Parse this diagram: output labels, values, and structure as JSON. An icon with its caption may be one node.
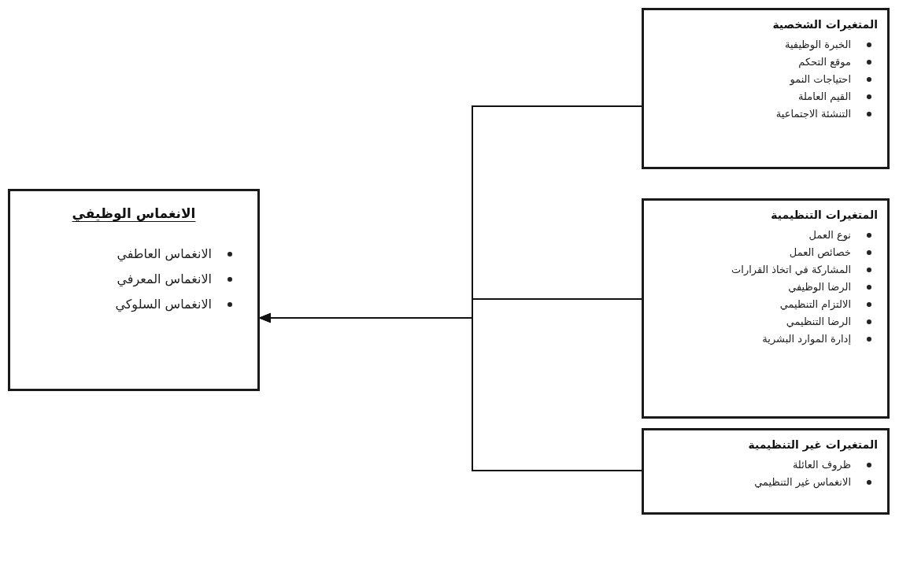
{
  "diagram": {
    "nodes": [
      {
        "text": [
          "الانغماس الوظيفي",
          "الانغماس العاطفي",
          "الانغماس المعرفي",
          "الانغماس السلوكي"
        ]
      },
      {
        "text": [
          "المتغيرات الشخصية",
          "الخبرة الوظيفية",
          "موقع التحكم",
          "احتياجات النمو",
          "القيم العاملة",
          "التنشئة الاجتماعية"
        ]
      },
      {
        "text": [
          "المتغيرات التنظيمية",
          "نوع العمل",
          "خصائص العمل",
          "المشاركة في اتخاذ القرارات",
          "الرضا الوظيفي",
          "الالتزام التنظيمي",
          "الرضا التنظيمي",
          "إدارة الموارد البشرية"
        ]
      },
      {
        "text": [
          "المتغيرات غير التنظيمية",
          "ظروف العائلة",
          "الانغماس غير التنظيمي"
        ]
      }
    ],
    "edges": [
      {
        "from": 1,
        "to": 0,
        "arrow": "to"
      },
      {
        "from": 2,
        "to": 0,
        "arrow": "to"
      },
      {
        "from": 3,
        "to": 0,
        "arrow": "to"
      }
    ]
  }
}
